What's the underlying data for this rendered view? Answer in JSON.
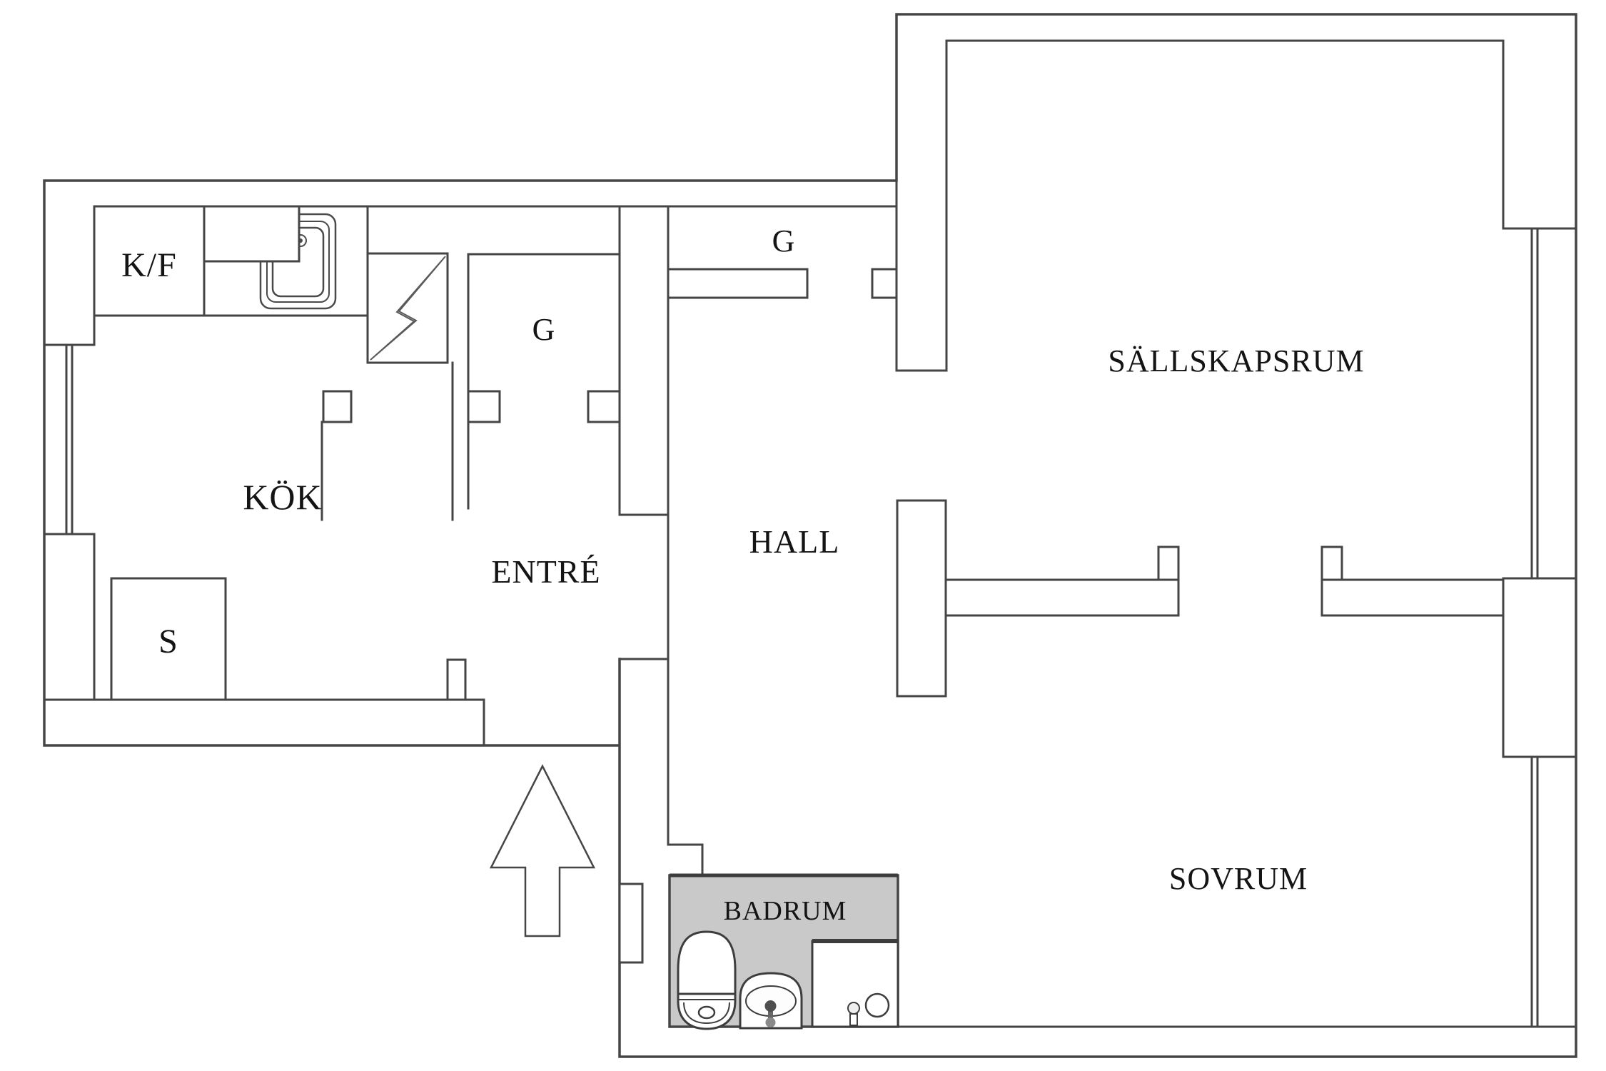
{
  "floor_plan": {
    "title": "apartment-floor-plan",
    "rooms": {
      "kitchen_fridge_freezer": "K/F",
      "kitchen": "KÖK",
      "closet_entry": "G",
      "closet_hall": "G",
      "pantry": "S",
      "entry": "ENTRÉ",
      "hall": "HALL",
      "living_room": "SÄLLSKAPSRUM",
      "bedroom": "SOVRUM",
      "bathroom": "BADRUM"
    },
    "icons": {
      "kitchen_sink": "kitchen-sink-icon",
      "stove_lightning": "electric-stove-lightning-icon",
      "toilet": "toilet-icon",
      "washbasin": "washbasin-icon",
      "shower": "shower-icon",
      "entrance_arrow": "entrance-arrow-icon",
      "window": "window-icon"
    },
    "colors": {
      "wall_line": "#454545",
      "bathroom_floor": "#c9c9c9",
      "background": "#ffffff",
      "label": "#141414",
      "fixture_dark": "#555555",
      "fixture_mid": "#888888"
    }
  }
}
